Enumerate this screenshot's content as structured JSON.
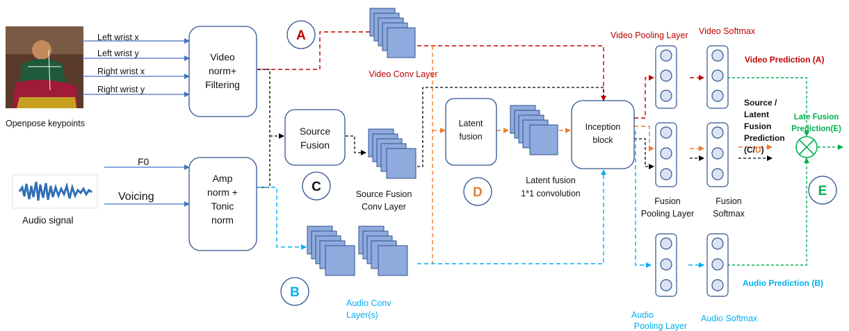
{
  "inputs": {
    "video_keypoints": [
      "Left  wrist x",
      "Left  wrist y",
      "Right wrist x",
      "Right wrist y"
    ],
    "openpose_caption": "Openpose keypoints",
    "audio_features": [
      "F0",
      "Voicing"
    ],
    "audio_caption": "Audio signal"
  },
  "blocks": {
    "video_norm": [
      "Video",
      "norm+",
      "Filtering"
    ],
    "amp_norm": [
      "Amp",
      "norm +",
      "Tonic",
      "norm"
    ],
    "source_fusion": [
      "Source",
      "Fusion"
    ],
    "latent_fusion": [
      "Latent",
      "fusion"
    ],
    "inception": [
      "Inception",
      "block"
    ]
  },
  "layers": {
    "video_conv": "Video Conv Layer",
    "source_fusion_conv": [
      "Source Fusion",
      "Conv Layer"
    ],
    "latent_fusion_conv": [
      "Latent fusion",
      "1*1 convolution"
    ],
    "audio_conv": [
      "Audio Conv",
      "Layer(s)"
    ],
    "video_pooling": "Video Pooling Layer",
    "video_softmax": "Video Softmax",
    "fusion_pooling": [
      "Fusion",
      "Pooling Layer"
    ],
    "fusion_softmax": [
      "Fusion",
      "Softmax"
    ],
    "audio_pooling": [
      "Audio",
      "Pooling Layer"
    ],
    "audio_softmax": "Audio Softmax"
  },
  "predictions": {
    "video": "Video Prediction (A)",
    "fusion": [
      "Source /",
      "Latent",
      "Fusion",
      "Prediction"
    ],
    "fusion_c": "(C/",
    "fusion_d": "D",
    "fusion_close": ")",
    "late_fusion": [
      "Late Fusion",
      "Prediction(E)"
    ],
    "audio": "Audio Prediction (B)"
  },
  "markers": {
    "A": "A",
    "B": "B",
    "C": "C",
    "D": "D",
    "E": "E"
  },
  "colors": {
    "video_path": "#c00000",
    "audio_path": "#00b0f0",
    "latent_path": "#ed7d31",
    "late_fusion_path": "#00b050",
    "block_border": "#2f528f",
    "layer_fill": "#8faadc"
  },
  "icons": {
    "keypoint_photo": "dancer-photo",
    "waveform": "audio-waveform-plot",
    "combine": "circle-cross-icon"
  }
}
